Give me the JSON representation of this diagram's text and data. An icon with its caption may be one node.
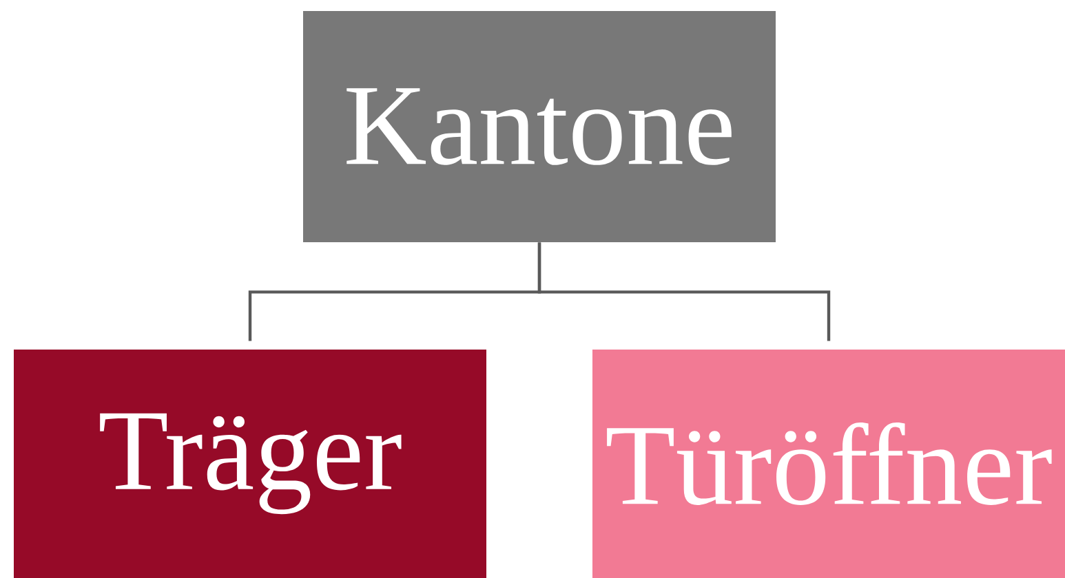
{
  "diagram": {
    "nodes": [
      {
        "text": [
          "Kantone"
        ]
      },
      {
        "text": [
          "Träger"
        ]
      },
      {
        "text": [
          "Türöffner"
        ]
      }
    ],
    "edges": [
      {
        "from": 0,
        "to": 1,
        "arrow": "none"
      },
      {
        "from": 0,
        "to": 2,
        "arrow": "none"
      }
    ]
  }
}
